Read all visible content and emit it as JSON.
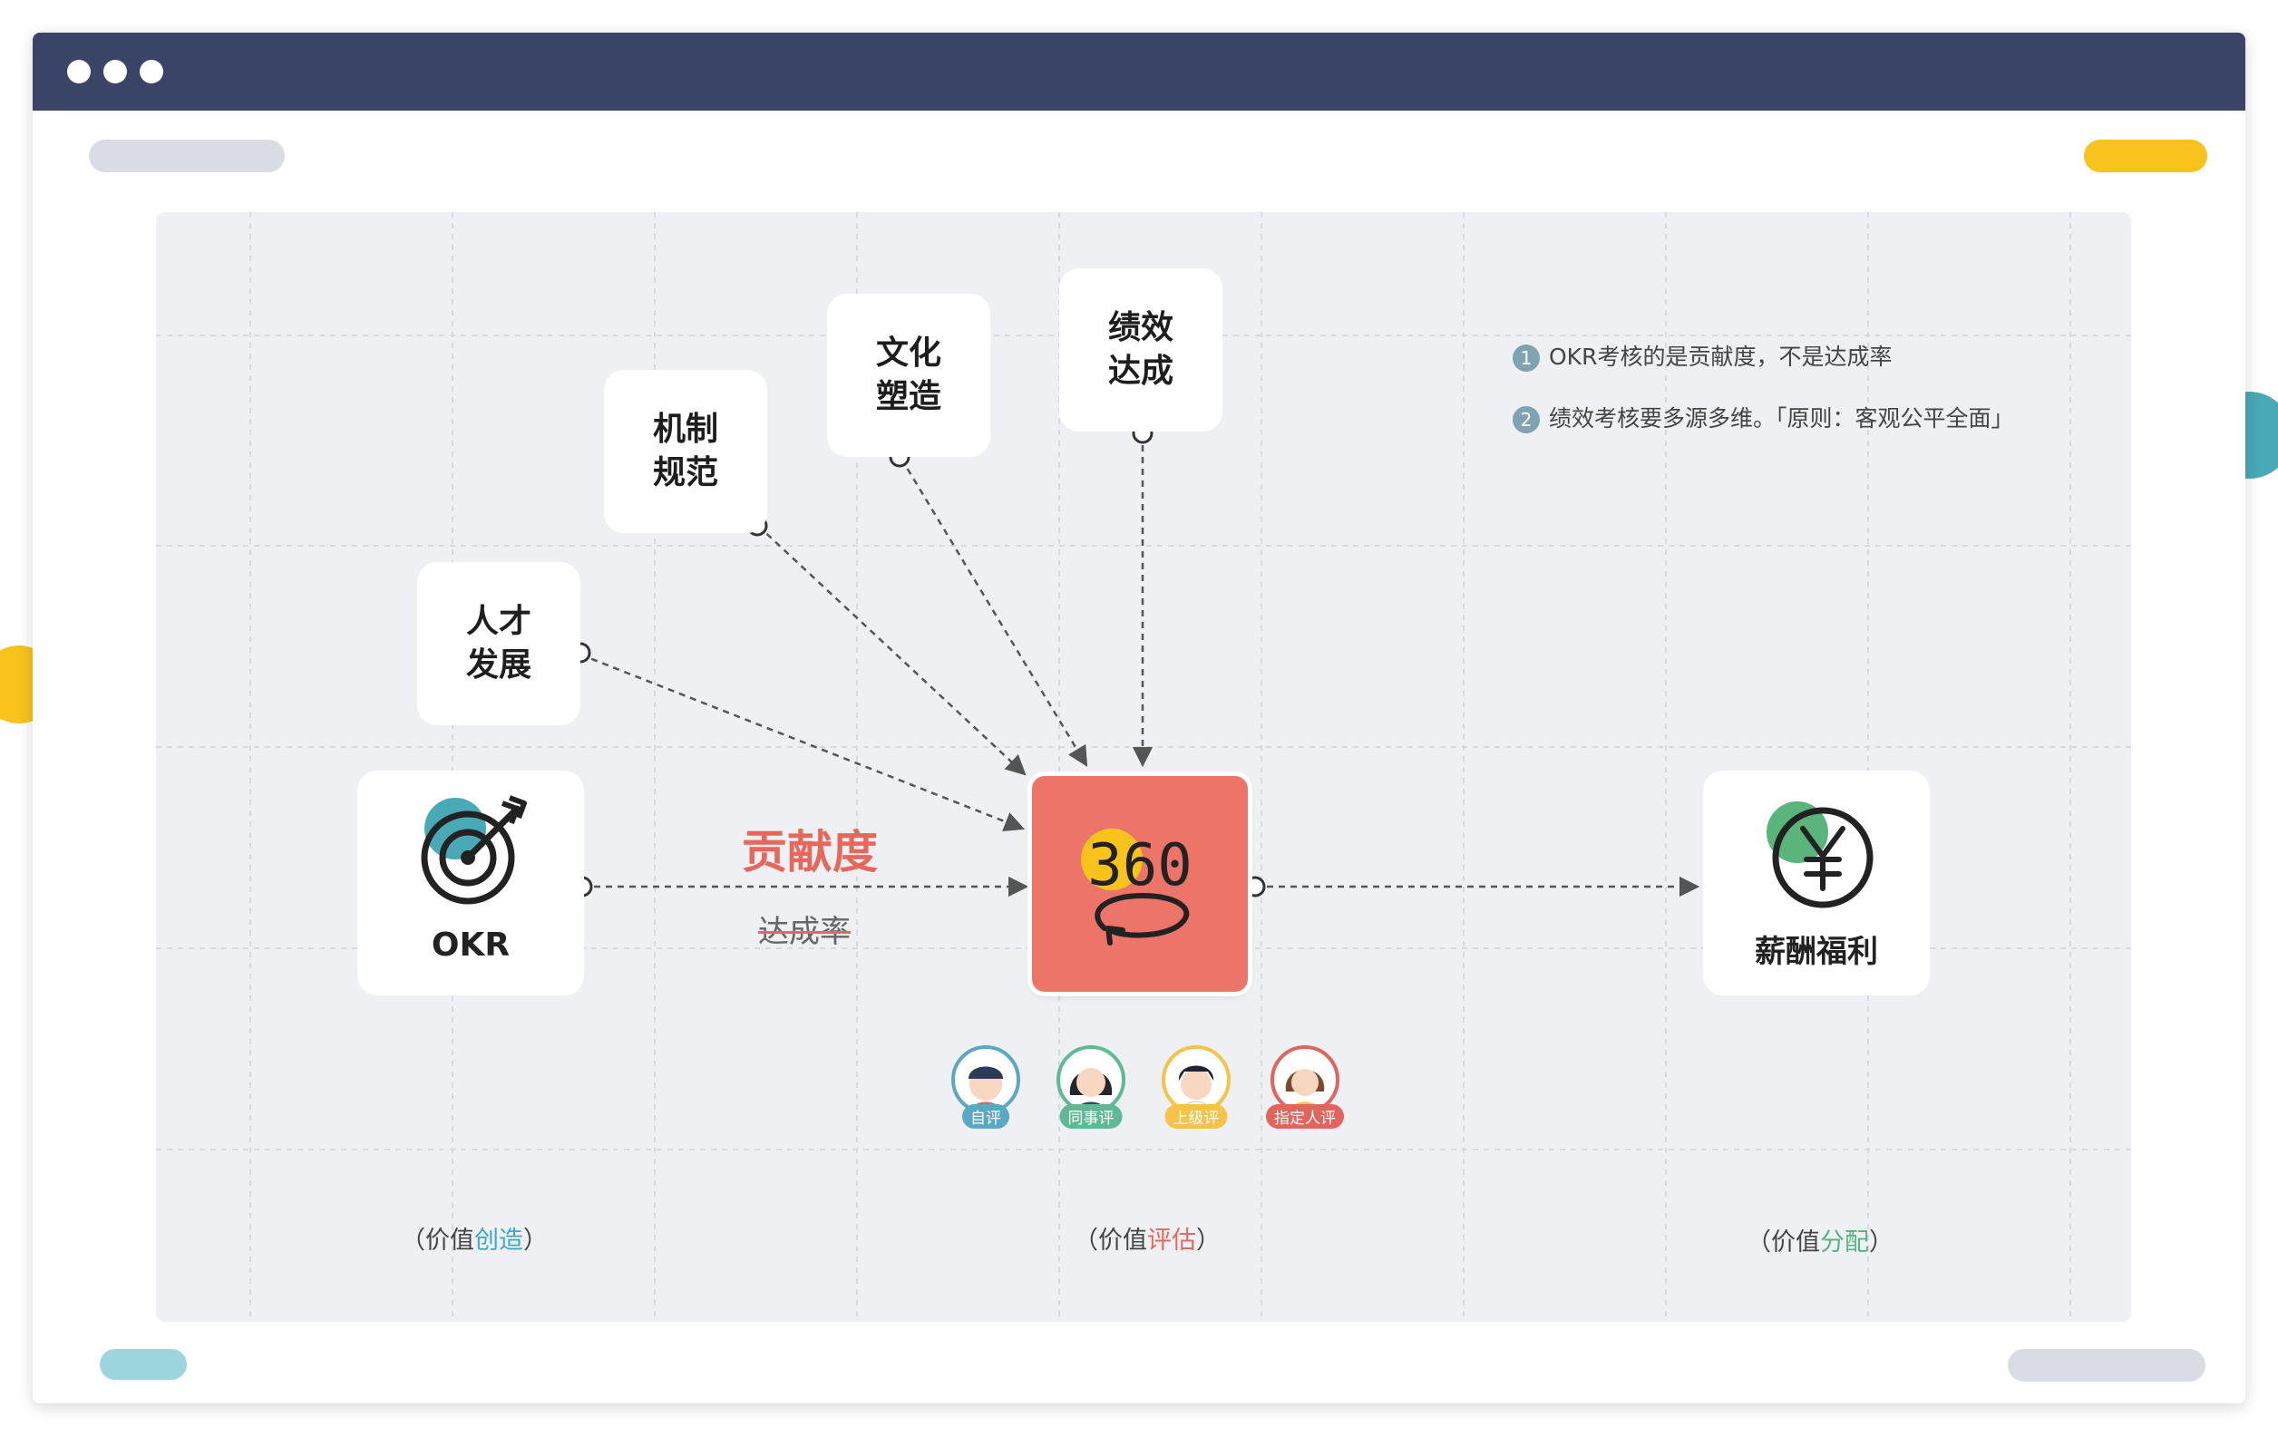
{
  "nodes": {
    "talent": [
      "人才",
      "发展"
    ],
    "mechanism": [
      "机制",
      "规范"
    ],
    "culture": [
      "文化",
      "塑造"
    ],
    "performance": [
      "绩效",
      "达成"
    ],
    "okr": "OKR",
    "hub": "360",
    "salary": "薪酬福利"
  },
  "edge_labels": {
    "contribution": "贡献度",
    "completion_rate": "达成率"
  },
  "notes": [
    {
      "num": "1",
      "text": "OKR考核的是贡献度，不是达成率"
    },
    {
      "num": "2",
      "text": "绩效考核要多源多维。「原则：客观公平全面」"
    }
  ],
  "reviewers": [
    {
      "label": "自评",
      "color": "#5aa7c6"
    },
    {
      "label": "同事评",
      "color": "#5fb995"
    },
    {
      "label": "上级评",
      "color": "#f6c24a"
    },
    {
      "label": "指定人评",
      "color": "#e2645c"
    }
  ],
  "captions": [
    {
      "prefix": "（价值",
      "keyword": "创造",
      "suffix": "）",
      "color": "#3fa9c1"
    },
    {
      "prefix": "（价值",
      "keyword": "评估",
      "suffix": "）",
      "color": "#e8675b"
    },
    {
      "prefix": "（价值",
      "keyword": "分配",
      "suffix": "）",
      "color": "#56b47f"
    }
  ],
  "colors": {
    "titlebar": "#3a4466",
    "hub": "#ec7468",
    "accent_yellow": "#f8c31c",
    "accent_teal": "#49a9b6",
    "accent_green": "#5ab57a",
    "contribution_text": "#e8675b"
  }
}
